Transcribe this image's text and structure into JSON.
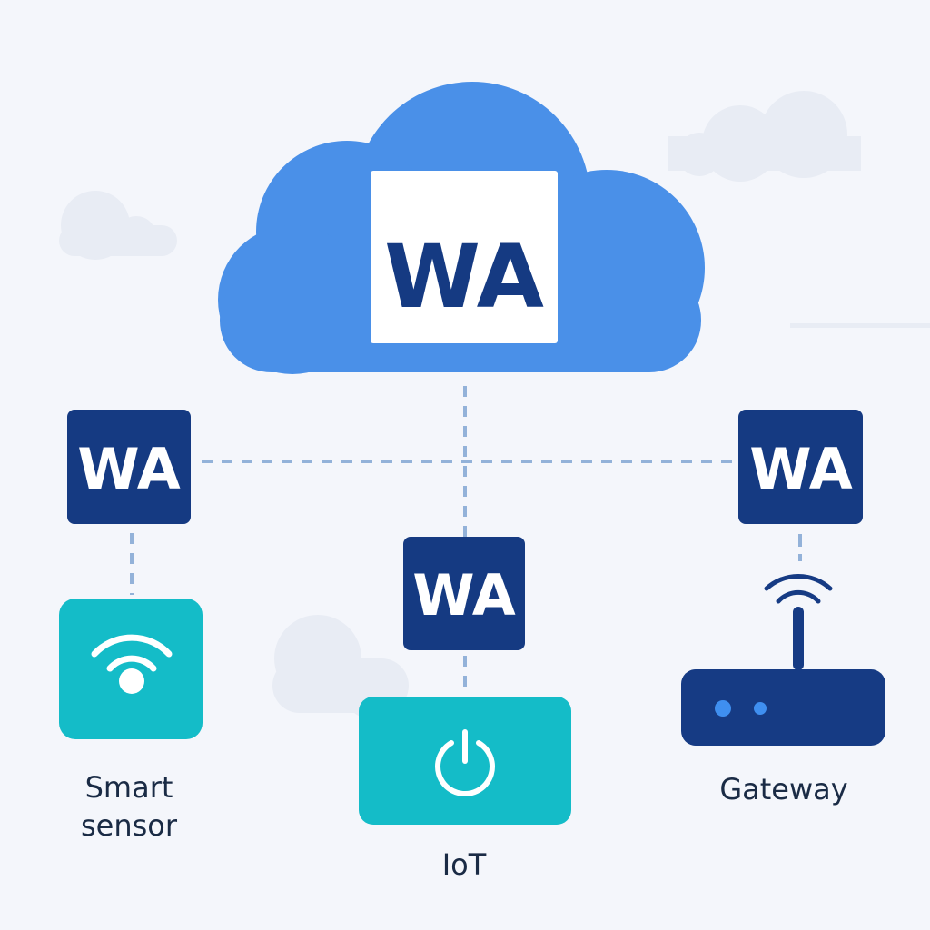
{
  "diagram": {
    "cloud_node": {
      "badge": "WA"
    },
    "nodes": [
      {
        "id": "left",
        "badge": "WA",
        "device": "smart-sensor",
        "label_lines": [
          "Smart",
          "sensor"
        ]
      },
      {
        "id": "center",
        "badge": "WA",
        "device": "iot-power",
        "label_lines": [
          "IoT"
        ]
      },
      {
        "id": "right",
        "badge": "WA",
        "device": "gateway-router",
        "label_lines": [
          "Gateway"
        ]
      }
    ]
  },
  "colors": {
    "background": "#f4f6fb",
    "cloud": "#4a90e8",
    "badge_dark": "#153a82",
    "device_teal": "#14bcc8",
    "router": "#163b84",
    "router_led": "#3f8ff0",
    "connector": "#93b2d9",
    "bg_cloud": "#e8ecf4",
    "label": "#1a2b45"
  }
}
